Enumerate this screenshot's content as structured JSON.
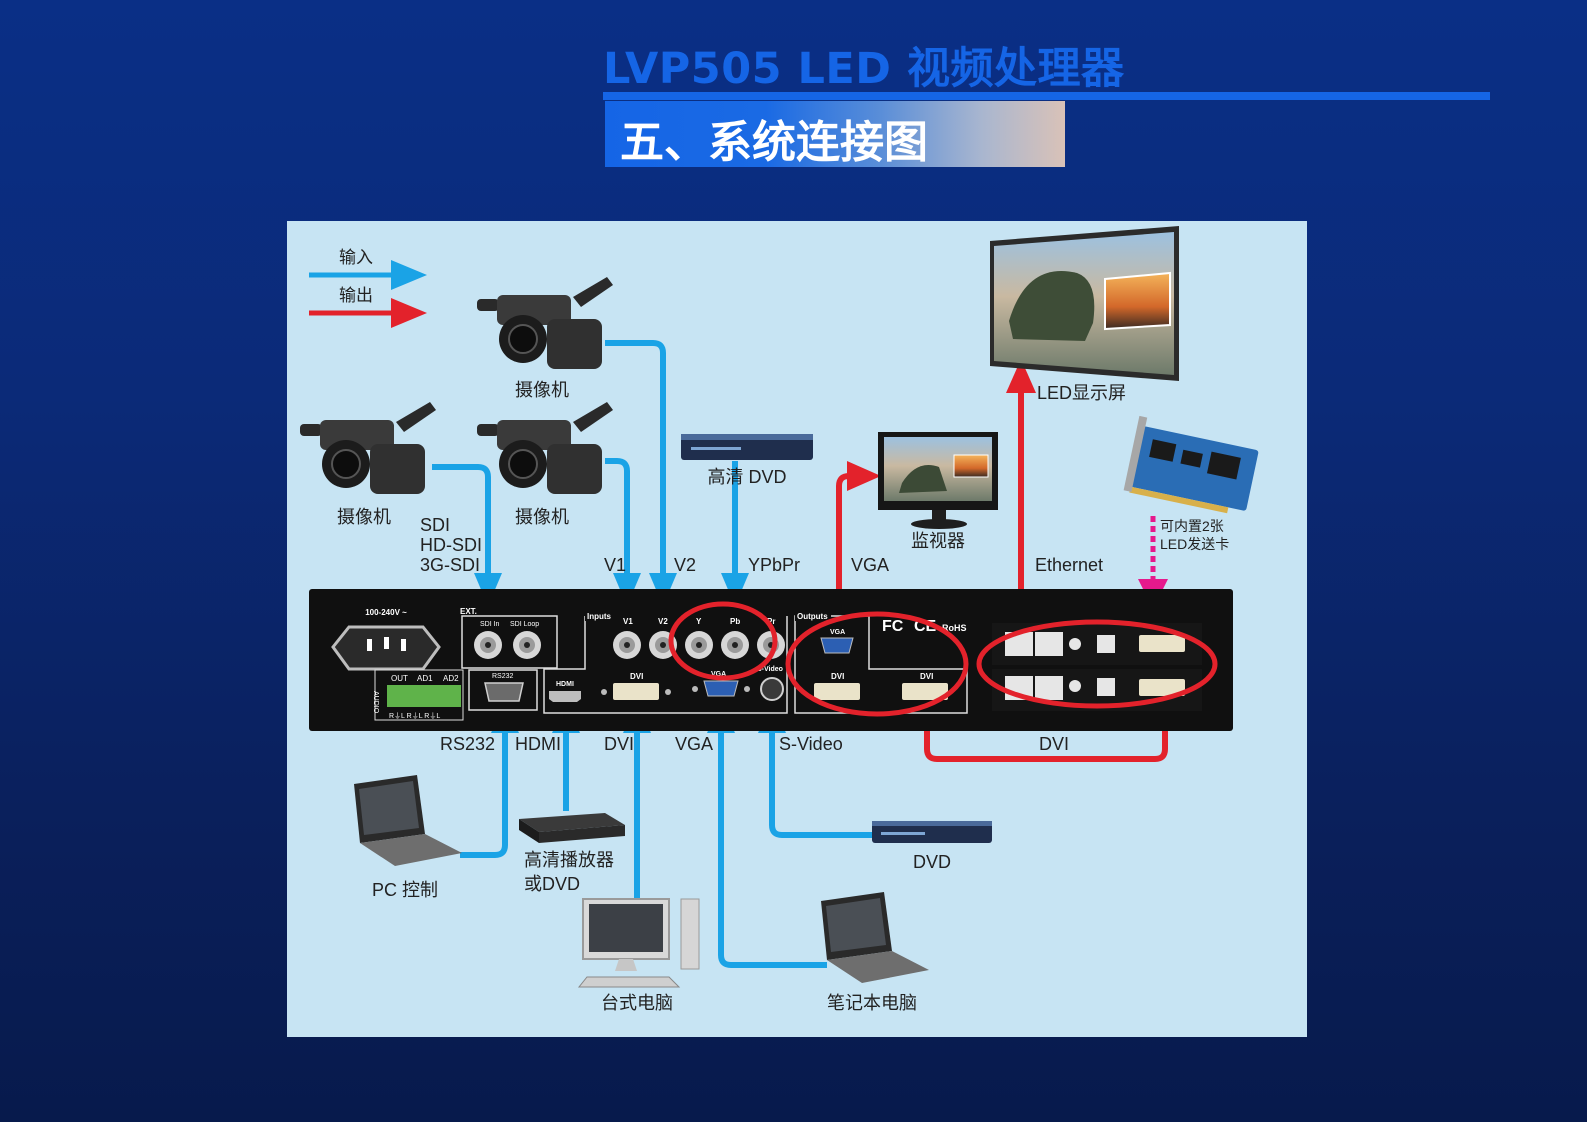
{
  "header": {
    "main_title": "LVP505 LED 视频处理器",
    "section_title": "五、系统连接图"
  },
  "legend": {
    "input_label": "输入",
    "output_label": "输出",
    "input_color": "#1aa3e6",
    "output_color": "#e3222b"
  },
  "devices": {
    "camera_top": "摄像机",
    "camera_left": "摄像机",
    "camera_mid": "摄像机",
    "hd_dvd": "高清 DVD",
    "monitor": "监视器",
    "led_screen": "LED显示屏",
    "sending_card_line1": "可内置2张",
    "sending_card_line2": "LED发送卡",
    "pc_control": "PC 控制",
    "hd_player_line1": "高清播放器",
    "hd_player_line2": "或DVD",
    "desktop": "台式电脑",
    "dvd": "DVD",
    "laptop": "笔记本电脑"
  },
  "signal_labels": {
    "sdi": "SDI",
    "hd_sdi": "HD-SDI",
    "sdi_3g": "3G-SDI",
    "v1": "V1",
    "v2": "V2",
    "ypbpr": "YPbPr",
    "vga_out": "VGA",
    "ethernet": "Ethernet",
    "rs232": "RS232",
    "hdmi": "HDMI",
    "dvi_in": "DVI",
    "vga_in": "VGA",
    "s_video": "S-Video",
    "dvi_out": "DVI"
  },
  "panel_labels": {
    "power": "100-240V ~",
    "ext": "EXT.",
    "sdi_in": "SDI In",
    "sdi_loop": "SDI Loop",
    "inputs": "Inputs",
    "v1": "V1",
    "v2": "V2",
    "y": "Y",
    "pb": "Pb",
    "pr": "Pr",
    "outputs": "Outputs",
    "vga_out": "VGA",
    "dvi_out_a": "DVI",
    "dvi_out_b": "DVI",
    "audio": "AUDIO",
    "out": "OUT",
    "ad1": "AD1",
    "ad2": "AD2",
    "audio_pins": "R⏚L R⏚L R⏚L",
    "rs232": "RS232",
    "hdmi": "HDMI",
    "dvi": "DVI",
    "vga": "VGA",
    "s_video": "S-Video",
    "fc": "FC",
    "ce": "CE",
    "rohs": "RoHS"
  }
}
